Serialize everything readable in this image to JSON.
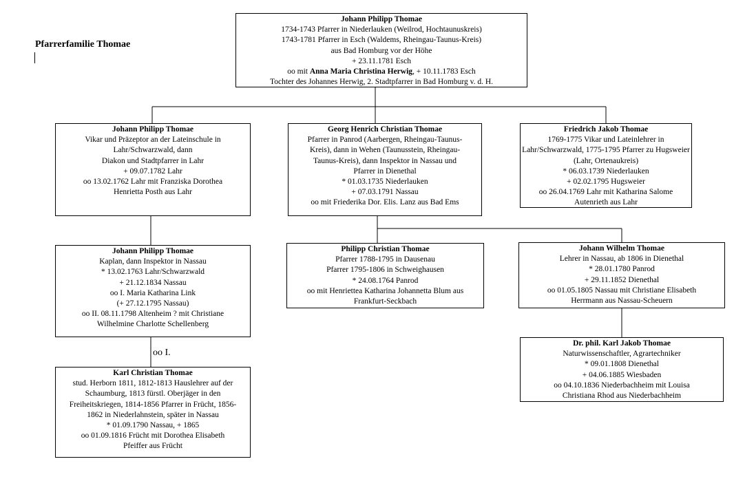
{
  "title": "Pfarrerfamilie Thomae",
  "marriage_label": "oo I.",
  "persons": {
    "root": {
      "name": "Johann Philipp Thomae",
      "lines": [
        "1734-1743 Pfarrer in Niederlauken (Weilrod, Hochtaunuskreis)",
        "1743-1781 Pfarrer in Esch (Waldems, Rheingau-Taunus-Kreis)",
        "aus Bad Homburg vor der Höhe",
        "+ 23.11.1781 Esch"
      ],
      "marriage_prefix": "oo mit ",
      "marriage_spouse": "Anna Maria Christina Herwig",
      "marriage_suffix": ", + 10.11.1783 Esch",
      "note": "Tochter des Johannes Herwig, 2. Stadtpfarrer in Bad Homburg v. d. H."
    },
    "jp2": {
      "name": "Johann Philipp Thomae",
      "lines": [
        "Vikar und Präzeptor an der Lateinschule in",
        "Lahr/Schwarzwald, dann",
        "Diakon und Stadtpfarrer in Lahr",
        "+ 09.07.1782 Lahr",
        "oo 13.02.1762 Lahr mit Franziska Dorothea",
        "Henrietta Posth aus Lahr"
      ]
    },
    "georg": {
      "name": "Georg Henrich Christian Thomae",
      "lines": [
        "Pfarrer in Panrod (Aarbergen, Rheingau-Taunus-",
        "Kreis), dann in Wehen (Taunusstein, Rheingau-",
        "Taunus-Kreis), dann Inspektor in Nassau und",
        "Pfarrer in Dienethal",
        "* 01.03.1735 Niederlauken",
        "+ 07.03.1791 Nassau",
        "oo mit Friederika Dor. Elis. Lanz aus Bad Ems"
      ]
    },
    "friedrich": {
      "name": "Friedrich Jakob Thomae",
      "lines": [
        "1769-1775 Vikar und Lateinlehrer in",
        "Lahr/Schwarzwald, 1775-1795 Pfarrer zu Hugsweier",
        "(Lahr, Ortenaukreis)",
        "* 06.03.1739 Niederlauken",
        "+ 02.02.1795 Hugsweier",
        "oo 26.04.1769 Lahr mit Katharina Salome",
        "Autenrieth aus Lahr"
      ]
    },
    "jp3": {
      "name": "Johann Philipp Thomae",
      "lines": [
        "Kaplan, dann Inspektor in Nassau",
        "*  13.02.1763 Lahr/Schwarzwald",
        "+ 21.12.1834 Nassau",
        "oo I. Maria Katharina Link",
        "(+ 27.12.1795 Nassau)",
        "oo II. 08.11.1798 Altenheim  ? mit Christiane",
        "Wilhelmine Charlotte Schellenberg"
      ]
    },
    "philipp": {
      "name": "Philipp Christian Thomae",
      "lines": [
        "Pfarrer 1788-1795 in Dausenau",
        "Pfarrer 1795-1806 in Schweighausen",
        "* 24.08.1764 Panrod",
        "oo mit Henriettea Katharina Johannetta Blum   aus",
        "Frankfurt-Seckbach"
      ]
    },
    "johann_wilhelm": {
      "name": "Johann Wilhelm Thomae",
      "lines": [
        "Lehrer in Nassau, ab 1806 in Dienethal",
        "* 28.01.1780 Panrod",
        "+ 29.11.1852 Dienethal",
        "oo 01.05.1805 Nassau mit Christiane Elisabeth",
        "Herrmann aus Nassau-Scheuern"
      ]
    },
    "karl_christian": {
      "name": "Karl Christian Thomae",
      "lines": [
        "stud. Herborn 1811, 1812-1813 Hauslehrer auf der",
        "Schaumburg, 1813 fürstl. Oberjäger in den",
        "Freiheitskriegen, 1814-1856 Pfarrer in Frücht, 1856-",
        "1862 in Niederlahnstein, später in Nassau",
        "* 01.09.1790 Nassau, + 1865",
        "oo 01.09.1816 Frücht mit Dorothea Elisabeth",
        "Pfeiffer aus Frücht"
      ]
    },
    "karl_jakob": {
      "name": "Dr. phil. Karl Jakob Thomae",
      "lines": [
        "Naturwissenschaftler, Agrartechniker",
        "* 09.01.1808 Dienethal",
        "+ 04.06.1885 Wiesbaden",
        "oo 04.10.1836 Niederbachheim mit Louisa",
        "Christiana Rhod aus Niederbachheim"
      ]
    }
  }
}
